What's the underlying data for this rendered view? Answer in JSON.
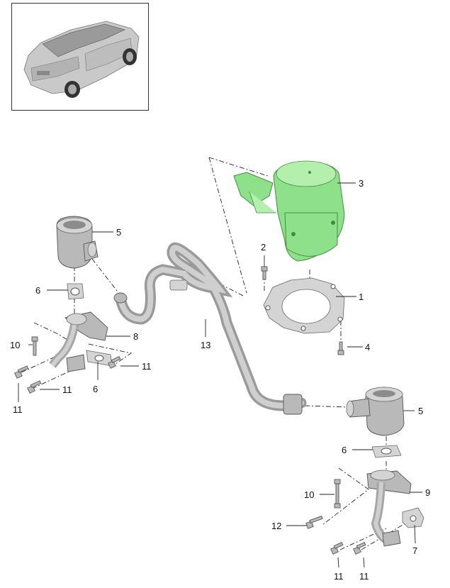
{
  "callouts": {
    "c1": "1",
    "c2": "2",
    "c3": "3",
    "c4": "4",
    "c5a": "5",
    "c5b": "5",
    "c6a": "6",
    "c6b": "6",
    "c6c": "6",
    "c7": "7",
    "c8": "8",
    "c9": "9",
    "c10a": "10",
    "c10b": "10",
    "c11a": "11",
    "c11b": "11",
    "c11c": "11",
    "c11d": "11",
    "c11e": "11",
    "c12": "12",
    "c13": "13"
  },
  "colors": {
    "highlight": "#8fe08a",
    "part": "#b9b9b9"
  },
  "icons": {
    "thumbnail": "vehicle-thumbnail"
  }
}
